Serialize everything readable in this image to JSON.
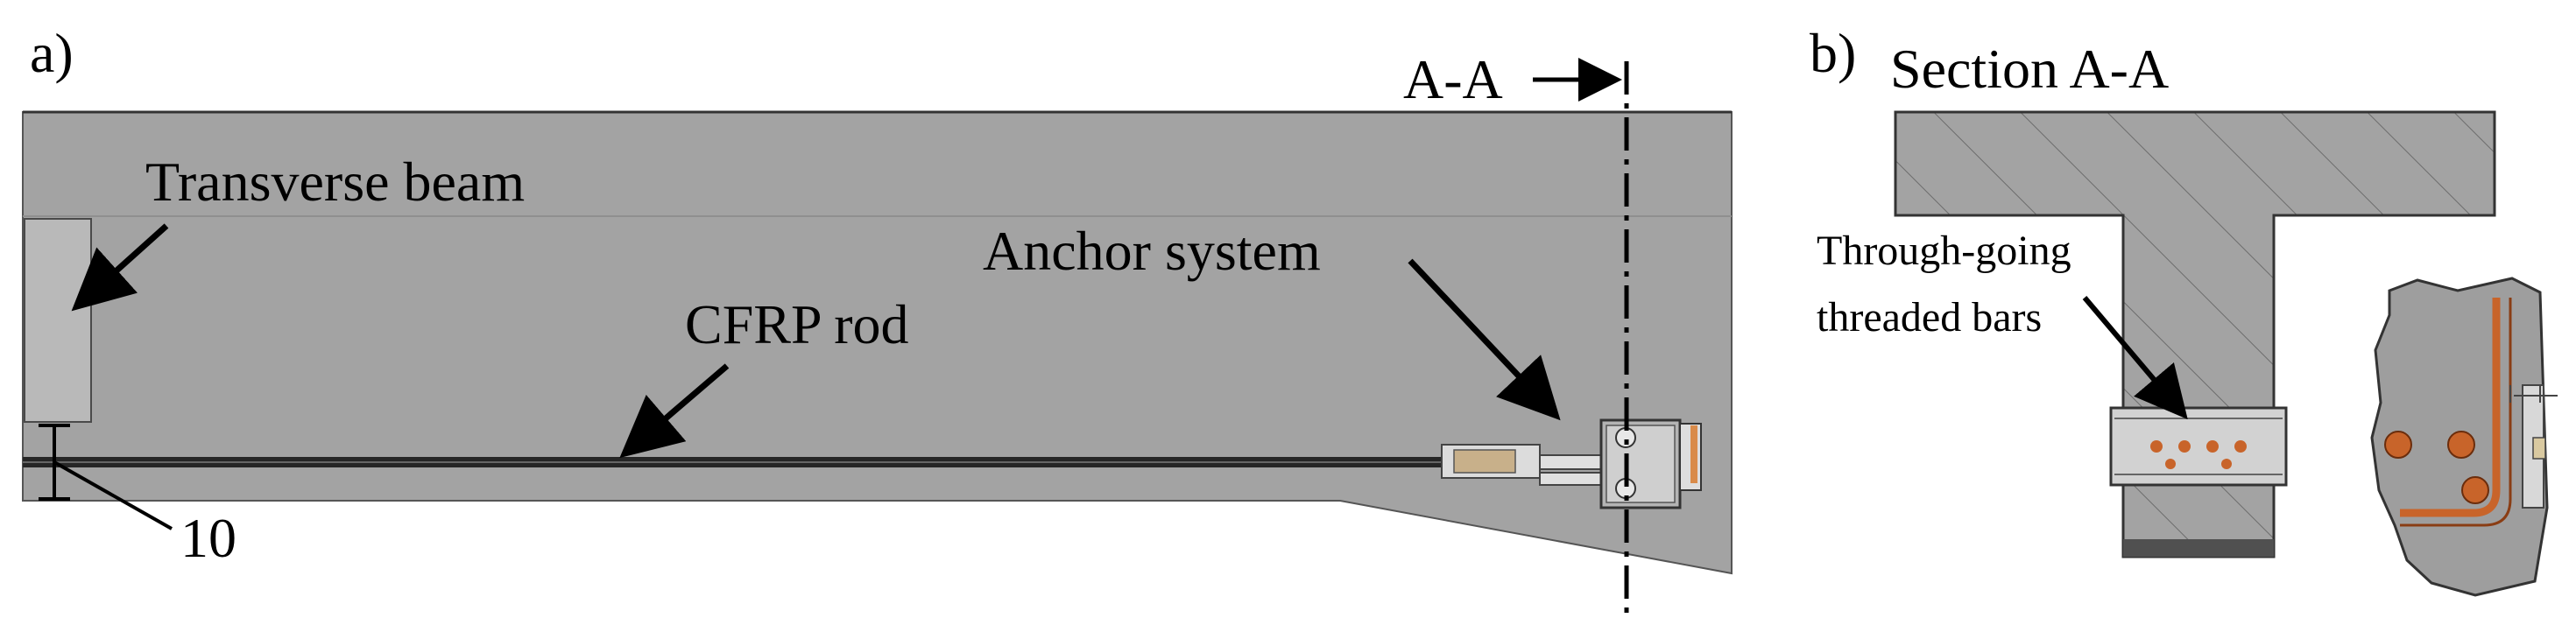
{
  "panel_a": {
    "label": "a)",
    "section_marker": "A-A",
    "annotations": {
      "transverse_beam": "Transverse beam",
      "anchor_system": "Anchor system",
      "cfrp_rod": "CFRP rod",
      "dimension": "10"
    }
  },
  "panel_b": {
    "label": "b)",
    "title": "Section A-A",
    "annotations": {
      "bars_line1": "Through-going",
      "bars_line2": "threaded bars"
    }
  },
  "colors": {
    "beam": "#a3a3a3",
    "beam_dark": "#8c8c8c",
    "rod": "#2b2b2b",
    "rebar": "#c8642a"
  }
}
